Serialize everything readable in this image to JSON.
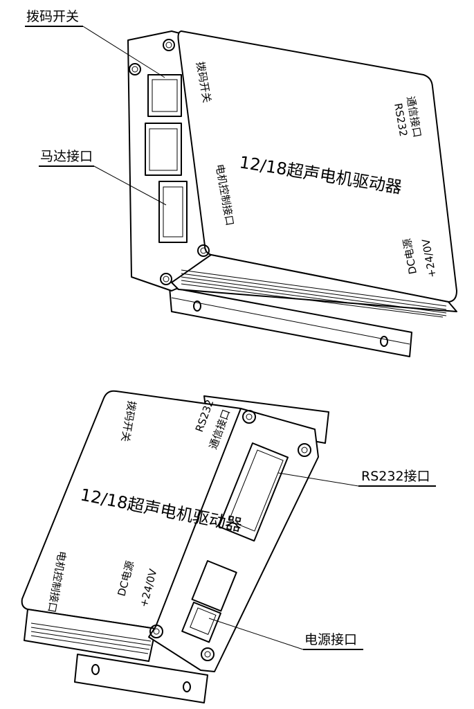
{
  "callouts": {
    "dip_switch": "拨码开关",
    "motor_interface": "马达接口",
    "rs232_interface": "RS232接口",
    "power_interface": "电源接口"
  },
  "device_top": {
    "title": "12/18超声电机驱动器",
    "dip_switch": "拨码开关",
    "motor_control_port": "电机控制接口",
    "rs232_line1": "RS232",
    "rs232_line2": "通信接口",
    "dc_line1": "DC电源",
    "dc_line2": "+24/0V"
  },
  "device_bottom": {
    "title": "12/18超声电机驱动器",
    "dip_switch": "拨码开关",
    "motor_control_port": "电机控制接口",
    "rs232_line1": "RS232",
    "rs232_line2": "通信接口",
    "dc_line1": "DC电源",
    "dc_line2": "+24/0V"
  }
}
